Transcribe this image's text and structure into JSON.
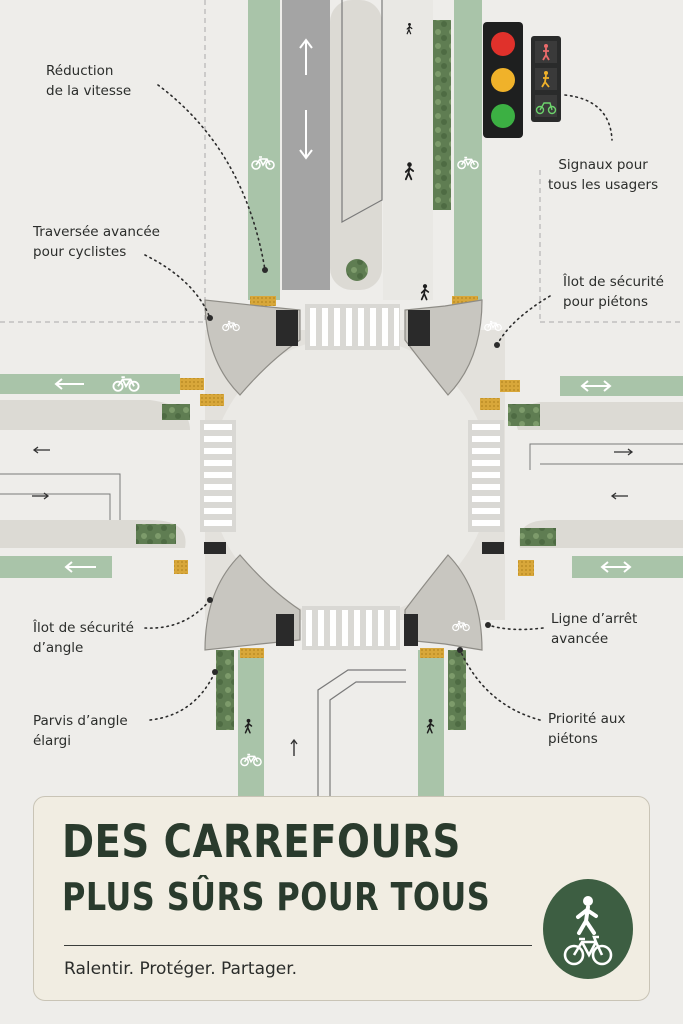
{
  "labels": {
    "speed_reduction": "Réduction\nde la vitesse",
    "advanced_bike_crossing": "Traversée avancée\npour cyclistes",
    "signals_all_users": "Signaux pour\ntous les usagers",
    "pedestrian_refuge": "Îlot de sécurité\npour piétons",
    "corner_refuge": "Îlot de sécurité\nd’angle",
    "widened_corner": "Parvis d’angle\nélargi",
    "advanced_stop_line": "Ligne d’arrêt\navancée",
    "pedestrian_priority": "Priorité aux\npiétons"
  },
  "title_card": {
    "title_line1": "DES CARREFOURS",
    "title_line2": "PLUS SÛRS POUR TOUS",
    "tagline": "Ralentir. Protéger. Partager."
  },
  "colors": {
    "background": "#eeedea",
    "bike_lane": "#a9c4a9",
    "roadway": "#a4a4a4",
    "sidewalk": "#dcdad4",
    "tactile_paving": "#d8a73a",
    "planting": "#5f7d52",
    "signal_red": "#e0312b",
    "signal_yellow": "#f0b22a",
    "signal_green": "#3cb043",
    "badge": "#3d5e42",
    "title_text": "#2a3b2d"
  },
  "icons": [
    "bicycle-icon",
    "pedestrian-icon",
    "arrow-icon",
    "traffic-light-icon",
    "pedestrian-signal-icon",
    "bike-signal-icon"
  ]
}
